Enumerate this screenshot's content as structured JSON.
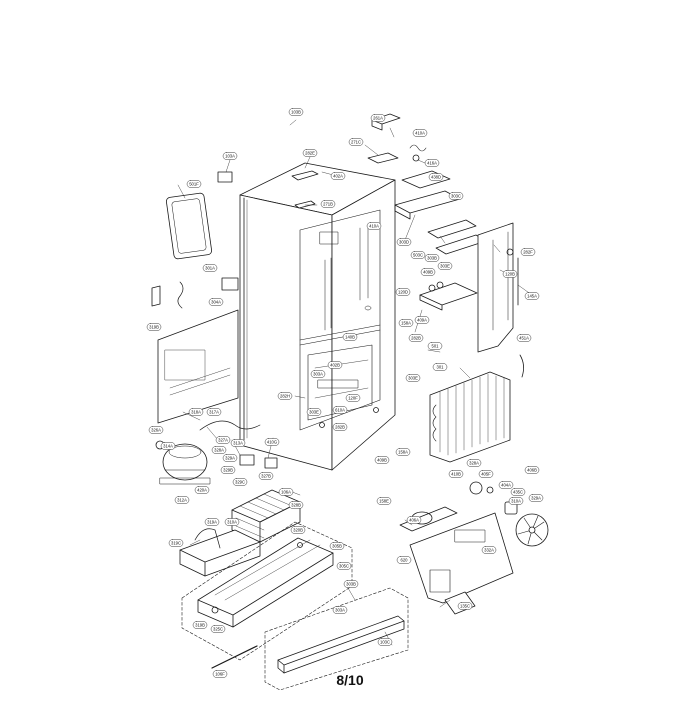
{
  "page_number": "8/10",
  "part_labels": [
    "103B",
    "103A",
    "282E",
    "402A",
    "271C",
    "261A",
    "410A",
    "416A",
    "438D",
    "501F",
    "271B",
    "303D",
    "303C",
    "303B",
    "503C",
    "303E",
    "409B",
    "282F",
    "120B",
    "410A",
    "301A",
    "304A",
    "409A",
    "145A",
    "319B",
    "158A",
    "120D",
    "140B",
    "282B",
    "501",
    "451A",
    "301",
    "303A",
    "402B",
    "303E",
    "282H",
    "303E",
    "610A",
    "120F",
    "282B",
    "326A",
    "318A",
    "317A",
    "328A",
    "327A",
    "313A",
    "410G",
    "409B",
    "158A",
    "314A",
    "329A",
    "329B",
    "312A",
    "329C",
    "420A",
    "327B",
    "106A",
    "328B",
    "319A",
    "310A",
    "319C",
    "320B",
    "305B",
    "305C",
    "319B",
    "325C",
    "328A",
    "410B",
    "310A",
    "332A",
    "303B",
    "303A",
    "103C",
    "106F",
    "158E",
    "404A",
    "405F",
    "435C",
    "329A",
    "406B",
    "406A",
    "620",
    "135C"
  ]
}
